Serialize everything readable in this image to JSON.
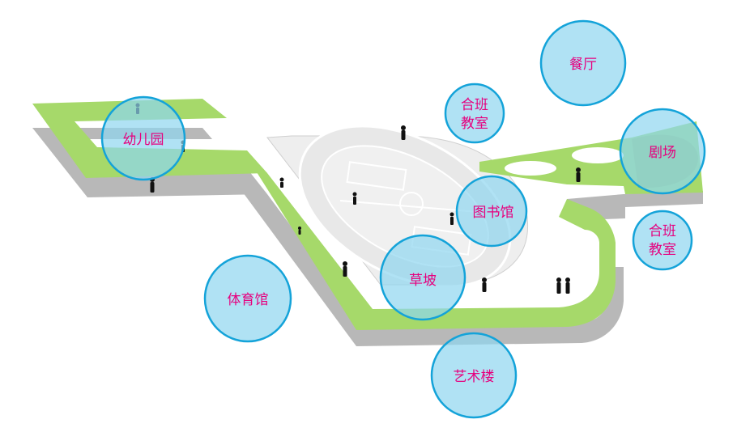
{
  "colors": {
    "background": "#ffffff",
    "green_path": "#a6d96a",
    "path_shadow": "#b8b8b8",
    "path_shadow_dark": "#8f8f8f",
    "track_field": "#eeeeee",
    "track_lines": "#ffffff",
    "bubble_fill": "#8fd5ef",
    "bubble_stroke": "#14a3d9",
    "label_text": "#e6007e",
    "people": "#111111"
  },
  "labels": {
    "kindergarten": "幼儿园",
    "dining_hall": "餐厅",
    "combined_classroom_top_line1": "合班",
    "combined_classroom_top_line2": "教室",
    "theater": "剧场",
    "library": "图书馆",
    "combined_classroom_right_line1": "合班",
    "combined_classroom_right_line2": "教室",
    "gymnasium": "体育馆",
    "grass_slope": "草坡",
    "art_building": "艺术楼"
  }
}
